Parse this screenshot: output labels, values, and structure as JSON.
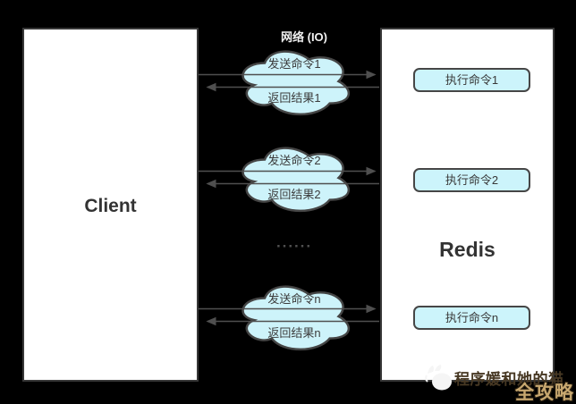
{
  "diagram": {
    "network_label": "网络 (IO)",
    "client_label": "Client",
    "redis_label": "Redis",
    "ellipsis": "······",
    "groups": [
      {
        "send": "发送命令1",
        "return": "返回结果1",
        "execute": "执行命令1"
      },
      {
        "send": "发送命令2",
        "return": "返回结果2",
        "execute": "执行命令2"
      },
      {
        "send": "发送命令n",
        "return": "返回结果n",
        "execute": "执行命令n"
      }
    ],
    "colors": {
      "background": "#000000",
      "panel_fill": "#ffffff",
      "panel_border": "#383838",
      "cloud_fill": "#cdf3fa",
      "cloud_stroke": "#454545",
      "exec_box_fill": "#ccf4fb",
      "arrow": "#4f4f4f",
      "network_label_color": "#f2f2f2"
    }
  },
  "watermark": {
    "name": "程序媛和她的猫",
    "badge": "全攻略",
    "icon": "cat-logo-icon",
    "name_color": "#473823",
    "badge_color": "#c7a76f"
  }
}
